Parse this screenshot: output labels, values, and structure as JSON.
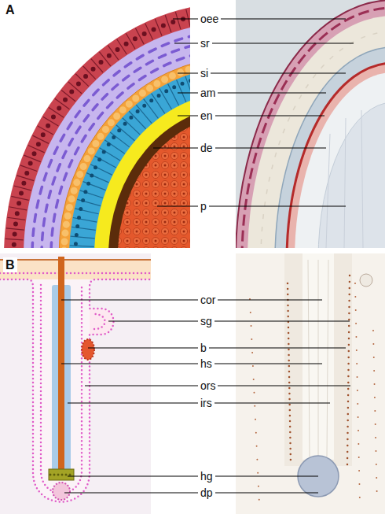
{
  "diagram": {
    "labels": [
      "A",
      "oee",
      "sr",
      "si",
      "am",
      "en",
      "de",
      "p",
      "B",
      "cor",
      "sg",
      "b",
      "hs",
      "ors",
      "irs",
      "hg",
      "dp"
    ]
  }
}
